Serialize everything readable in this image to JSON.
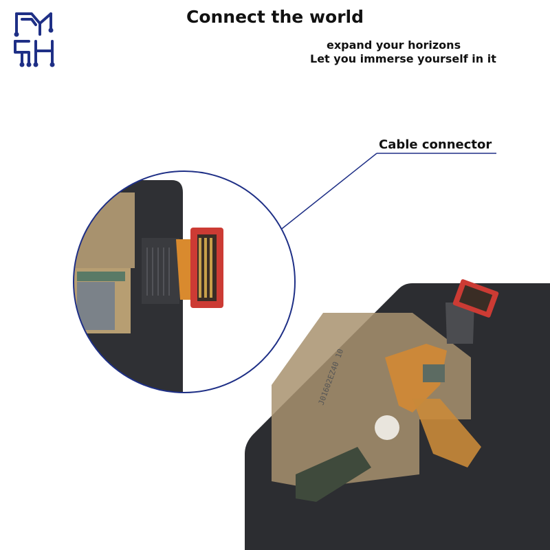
{
  "brand": {
    "logo_icon": "circuit-letter-logo-icon",
    "accent_color": "#1e2f86"
  },
  "header": {
    "headline": "Connect the world",
    "tagline_1": "expand your horizons",
    "tagline_2": "Let you immerse yourself in it"
  },
  "callout": {
    "label": "Cable connector"
  },
  "colors": {
    "panel": "#2c2d31",
    "gold": "#a8926e",
    "flex_orange": "#d98a2e",
    "connector_red": "#cc3b34"
  }
}
